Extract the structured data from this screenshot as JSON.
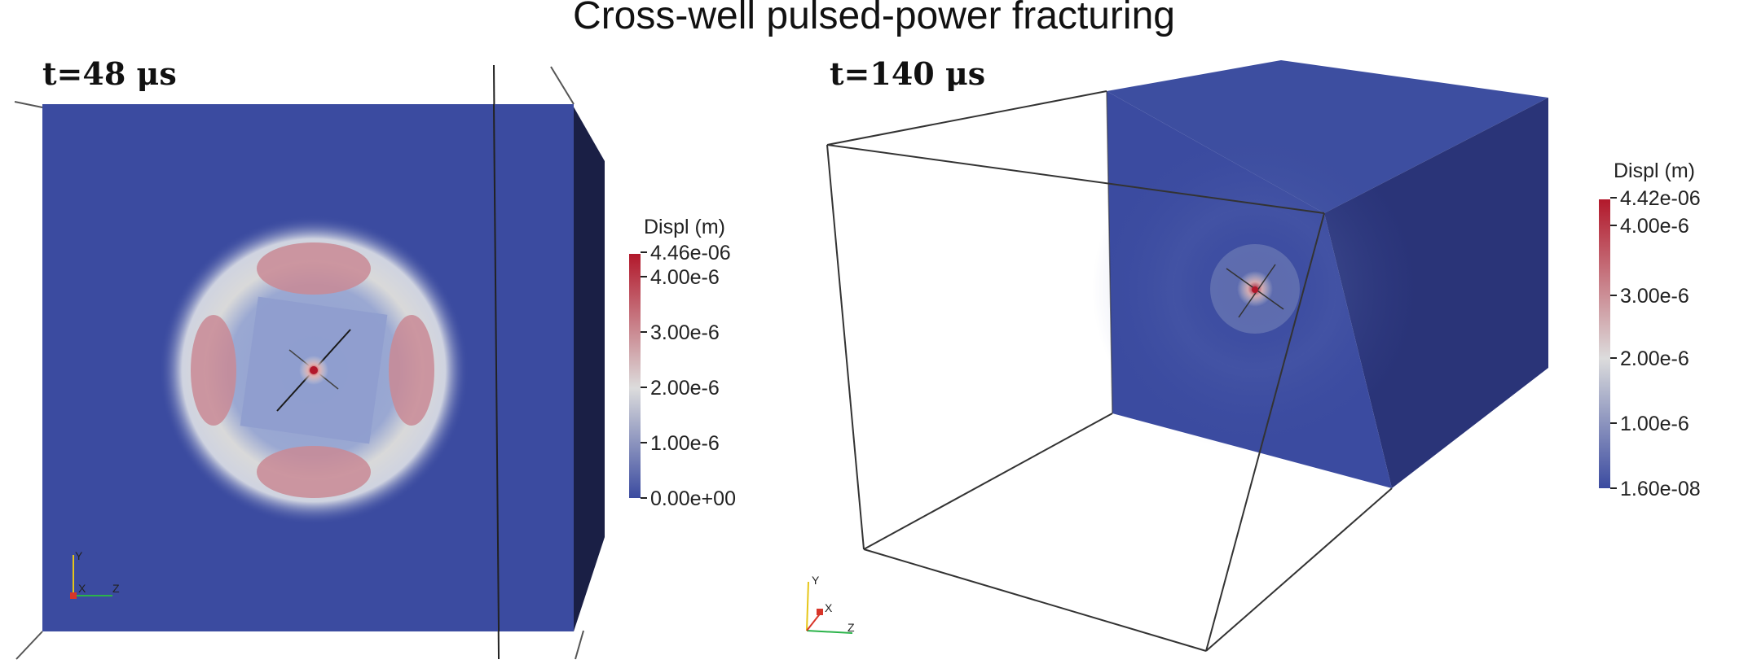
{
  "title": "Cross-well pulsed-power fracturing",
  "panels": [
    {
      "label": "t=48 μs",
      "colorbar": {
        "title": "Displ (m)",
        "ticks": [
          "4.46e-06",
          "4.00e-6",
          "3.00e-6",
          "2.00e-6",
          "1.00e-6",
          "0.00e+00"
        ]
      },
      "axes_triad": {
        "y": "Y",
        "x": "X",
        "z": "Z"
      }
    },
    {
      "label": "t=140 μs",
      "colorbar": {
        "title": "Displ (m)",
        "ticks": [
          "4.42e-06",
          "4.00e-6",
          "3.00e-6",
          "2.00e-6",
          "1.00e-6",
          "1.60e-08"
        ]
      },
      "axes_triad": {
        "y": "Y",
        "x": "X",
        "z": "Z"
      }
    }
  ],
  "colors": {
    "low": "#3b4ba0",
    "mid": "#dcdcdc",
    "high": "#b2182b",
    "face_dark": "#1a1f45"
  }
}
